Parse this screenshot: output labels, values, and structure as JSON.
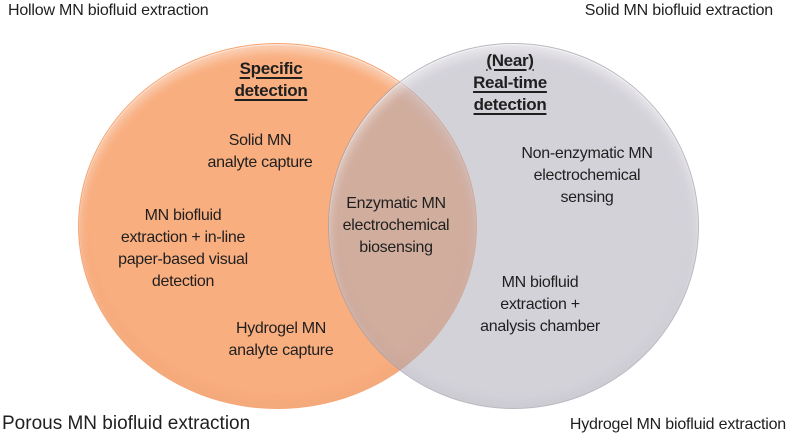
{
  "corner_labels": {
    "top_left": "Hollow MN biofluid extraction",
    "top_right": "Solid MN biofluid extraction",
    "bottom_left": "Porous MN biofluid extraction",
    "bottom_right": "Hydrogel MN biofluid extraction"
  },
  "venn": {
    "left_circle": {
      "title": "Specific\ndetection",
      "items": {
        "solid_mn_capture": "Solid MN\nanalyte capture",
        "inline_paper": "MN biofluid\nextraction + in-line\npaper-based visual\ndetection",
        "hydrogel_capture": "Hydrogel MN\nanalyte capture"
      }
    },
    "right_circle": {
      "title": "(Near)\nReal-time\ndetection",
      "items": {
        "non_enzymatic": "Non-enzymatic MN\nelectrochemical\nsensing",
        "analysis_chamber": "MN biofluid\nextraction +\nanalysis chamber"
      }
    },
    "overlap": {
      "enzymatic_biosensing": "Enzymatic MN\nelectrochemical\nbiosensing"
    }
  },
  "colors": {
    "background": "#FFFFFF",
    "text": "#1F1F1F",
    "left_circle_fill": "#F9AE7F",
    "right_circle_fill": "rgba(176,172,184,0.54)",
    "overlap_blend": "#D2B2A8"
  }
}
